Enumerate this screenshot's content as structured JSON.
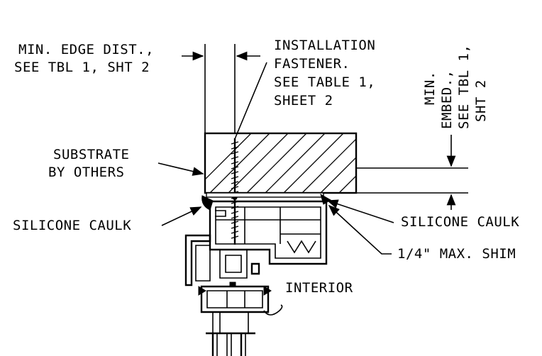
{
  "labels": {
    "min_edge_dist": [
      "MIN. EDGE DIST.,",
      "SEE TBL 1, SHT 2"
    ],
    "installation_fastener": [
      "INSTALLATION",
      "FASTENER.",
      "SEE TABLE 1,",
      "SHEET 2"
    ],
    "min_embed": [
      "MIN.",
      "EMBED.,",
      "SEE TBL 1,",
      "SHT 2"
    ],
    "substrate": [
      "SUBSTRATE",
      "BY OTHERS"
    ],
    "silicone_caulk_left": "SILICONE CAULK",
    "silicone_caulk_right": "SILICONE CAULK",
    "max_shim": "1/4\" MAX. SHIM",
    "interior": "INTERIOR"
  },
  "colors": {
    "line": "#000000",
    "background": "#ffffff"
  }
}
